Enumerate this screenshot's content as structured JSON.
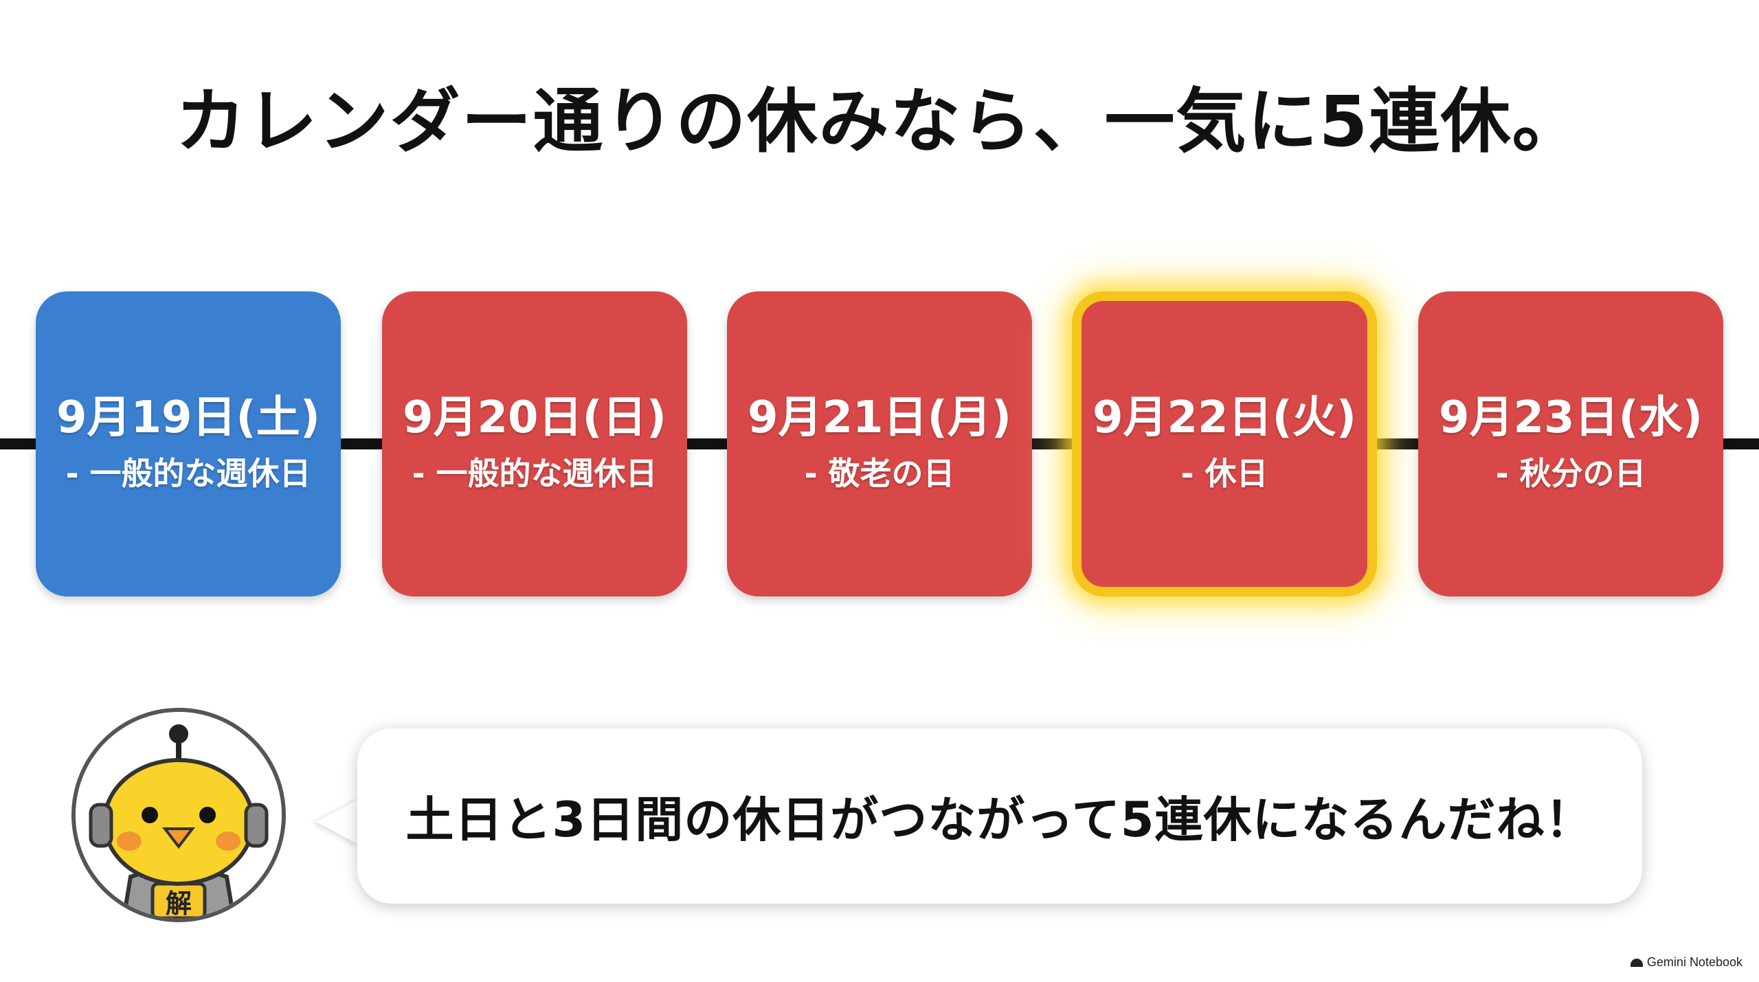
{
  "title": "カレンダー通りの休みなら、一気に5連休。",
  "days": [
    {
      "date": "9月19日(土)",
      "note": "- 一般的な週休日",
      "color": "#3b7fd1"
    },
    {
      "date": "9月20日(日)",
      "note": "- 一般的な週休日",
      "color": "#d84848"
    },
    {
      "date": "9月21日(月)",
      "note": "- 敬老の日",
      "color": "#d84848"
    },
    {
      "date": "9月22日(火)",
      "note": "- 休日",
      "color": "#d84848",
      "highlighted": true,
      "highlight_color": "#f5c51e"
    },
    {
      "date": "9月23日(水)",
      "note": "- 秋分の日",
      "color": "#d84848"
    }
  ],
  "speech": {
    "text": "土日と3日間の休日がつながって5連休になるんだね！"
  },
  "mascot": {
    "icon": "chick-robot-icon",
    "badge": "解"
  },
  "watermark": {
    "text": "Gemini Notebook"
  }
}
